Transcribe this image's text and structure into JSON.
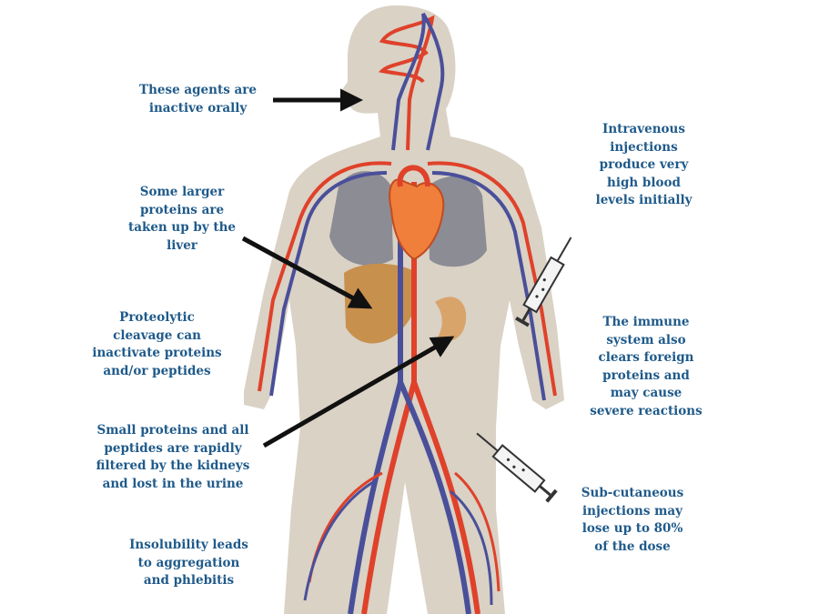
{
  "labels": {
    "oral": "These agents are\ninactive orally",
    "liver": "Some larger\nproteins are\ntaken up by the\nliver",
    "proteolytic": "Proteolytic\ncleavage can\ninactivate proteins\nand/or peptides",
    "kidneys": "Small proteins and all\npeptides are rapidly\nfiltered by the kidneys\nand lost  in the urine",
    "insolubility": "Insolubility leads\nto aggregation\nand phlebitis",
    "intravenous": "Intravenous\ninjections\nproduce very\nhigh blood\nlevels initially",
    "immune": "The immune\nsystem also\nclears foreign\nproteins and\nmay cause\nsevere reactions",
    "subcutaneous": "Sub-cutaneous\ninjections may\nlose up to 80%\nof the dose"
  },
  "colors": {
    "label_text": "#1f5a8a",
    "body": "#d9d2c5",
    "artery": "#e0412a",
    "vein": "#4a4f9a",
    "heart": "#ef7f3a",
    "liver": "#c8904d",
    "kidney": "#d9a46a",
    "lung": "#8c8c95",
    "arrow": "#111111"
  }
}
